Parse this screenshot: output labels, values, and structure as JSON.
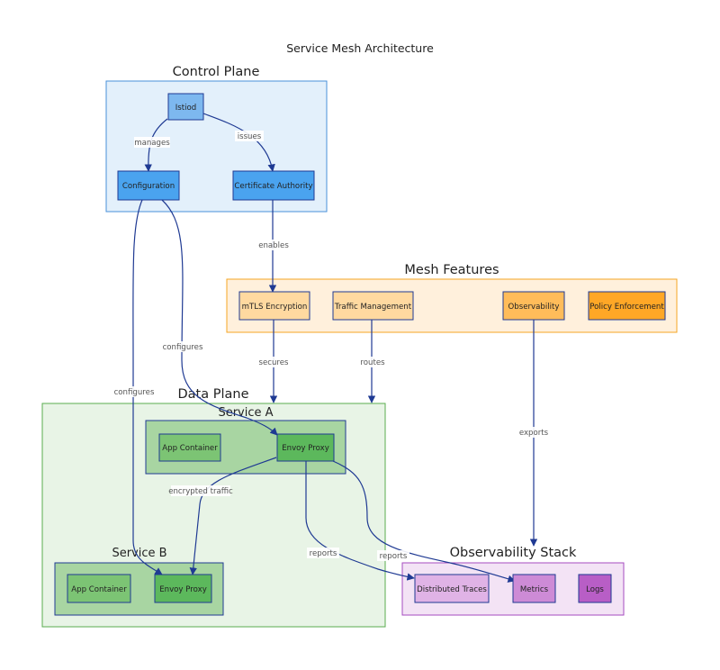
{
  "diagram": {
    "title": "Service Mesh Architecture",
    "groups": {
      "control_plane": "Control Plane",
      "mesh_features": "Mesh Features",
      "data_plane": "Data Plane",
      "service_a": "Service A",
      "service_b": "Service B",
      "observability_stack": "Observability Stack"
    },
    "nodes": {
      "istiod": "Istiod",
      "configuration": "Configuration",
      "certificate_authority": "Certificate Authority",
      "mtls_encryption": "mTLS Encryption",
      "traffic_management": "Traffic Management",
      "observability": "Observability",
      "policy_enforcement": "Policy Enforcement",
      "app_container_a": "App Container",
      "envoy_proxy_a": "Envoy Proxy",
      "app_container_b": "App Container",
      "envoy_proxy_b": "Envoy Proxy",
      "distributed_traces": "Distributed Traces",
      "metrics": "Metrics",
      "logs": "Logs"
    },
    "edges": {
      "manages": "manages",
      "issues": "issues",
      "enables": "enables",
      "configures_a": "configures",
      "configures_b": "configures",
      "secures": "secures",
      "routes": "routes",
      "exports": "exports",
      "encrypted_traffic": "encrypted traffic",
      "reports_a": "reports",
      "reports_b": "reports"
    },
    "colors": {
      "edge": "#1f3a93",
      "control_plane_fill": "#e3f0fb",
      "control_plane_border": "#4a90d9",
      "mesh_features_fill": "#fff0dc",
      "mesh_features_border": "#f5a623",
      "data_plane_fill": "#e8f4e6",
      "data_plane_border": "#5aac4f",
      "observability_fill": "#f3e3f5",
      "observability_border": "#a64bc0"
    }
  }
}
